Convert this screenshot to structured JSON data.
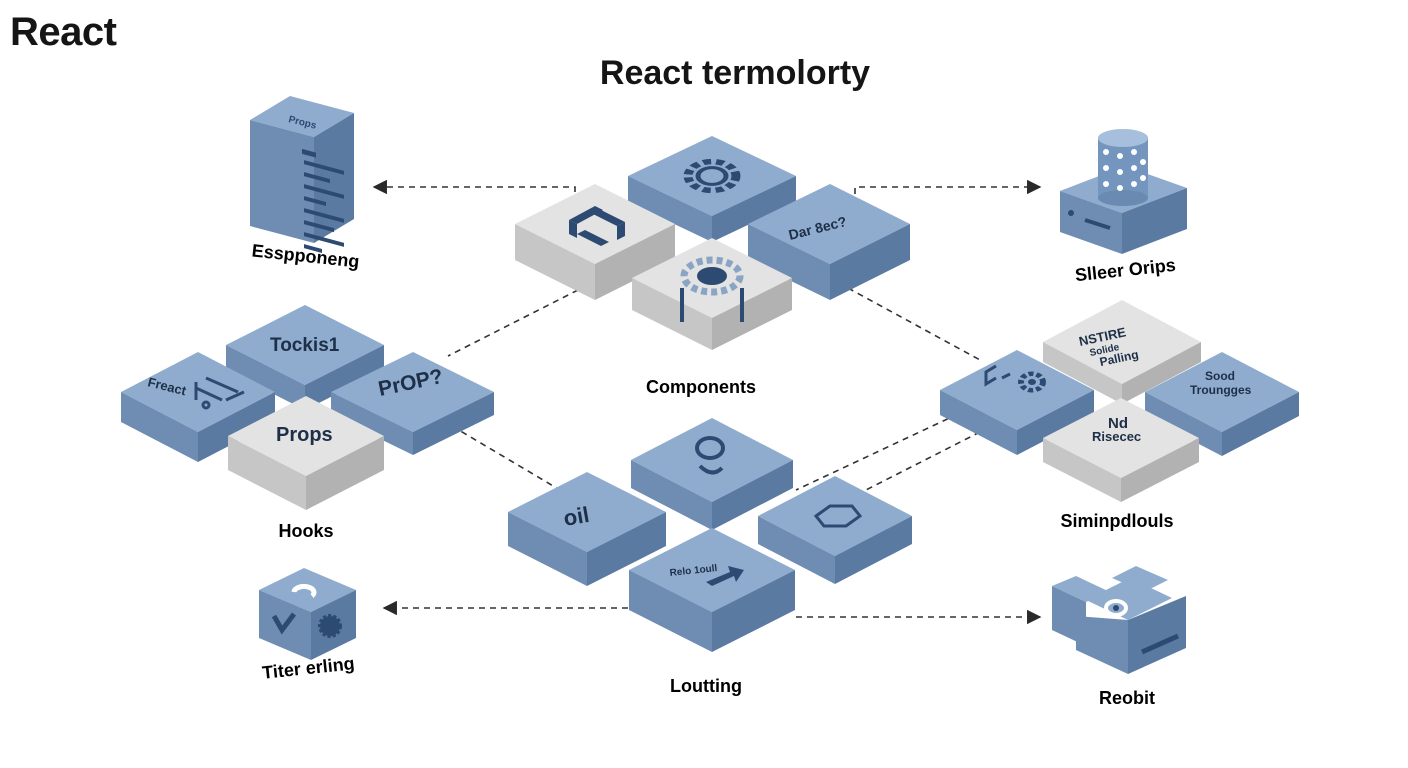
{
  "header": {
    "heading": "React",
    "title": "React termolorty"
  },
  "colors": {
    "blue_top": "#8facce",
    "blue_left": "#6f8db3",
    "blue_right": "#5a7aa2",
    "gray_top": "#e3e3e3",
    "gray_left": "#c6c6c6",
    "gray_right": "#b2b2b2",
    "ink": "#2c4a72",
    "line": "#333333"
  },
  "captions": {
    "esspponeng": "Esspponeng",
    "components": "Components",
    "hooks": "Hooks",
    "sileer": "Slleer Orips",
    "siminpd": "Siminpdlouls",
    "titter": "Titer erling",
    "loutting": "Loutting",
    "reobit": "Reobit"
  },
  "tiles": {
    "server_label": "Props",
    "dar_bec": "Dar 8ec?",
    "tockis": "Tockis1",
    "freact": "Freact",
    "prop": "PrOP?",
    "props": "Props",
    "nstre_1": "NSTIRE",
    "nstre_2": "Solide",
    "nstre_3": "Palling",
    "sood_1": "Sood",
    "sood_2": "Troungges",
    "nd_1": "Nd",
    "nd_2": "Risecec",
    "oil": "oil",
    "relo": "Relo 1oull"
  }
}
